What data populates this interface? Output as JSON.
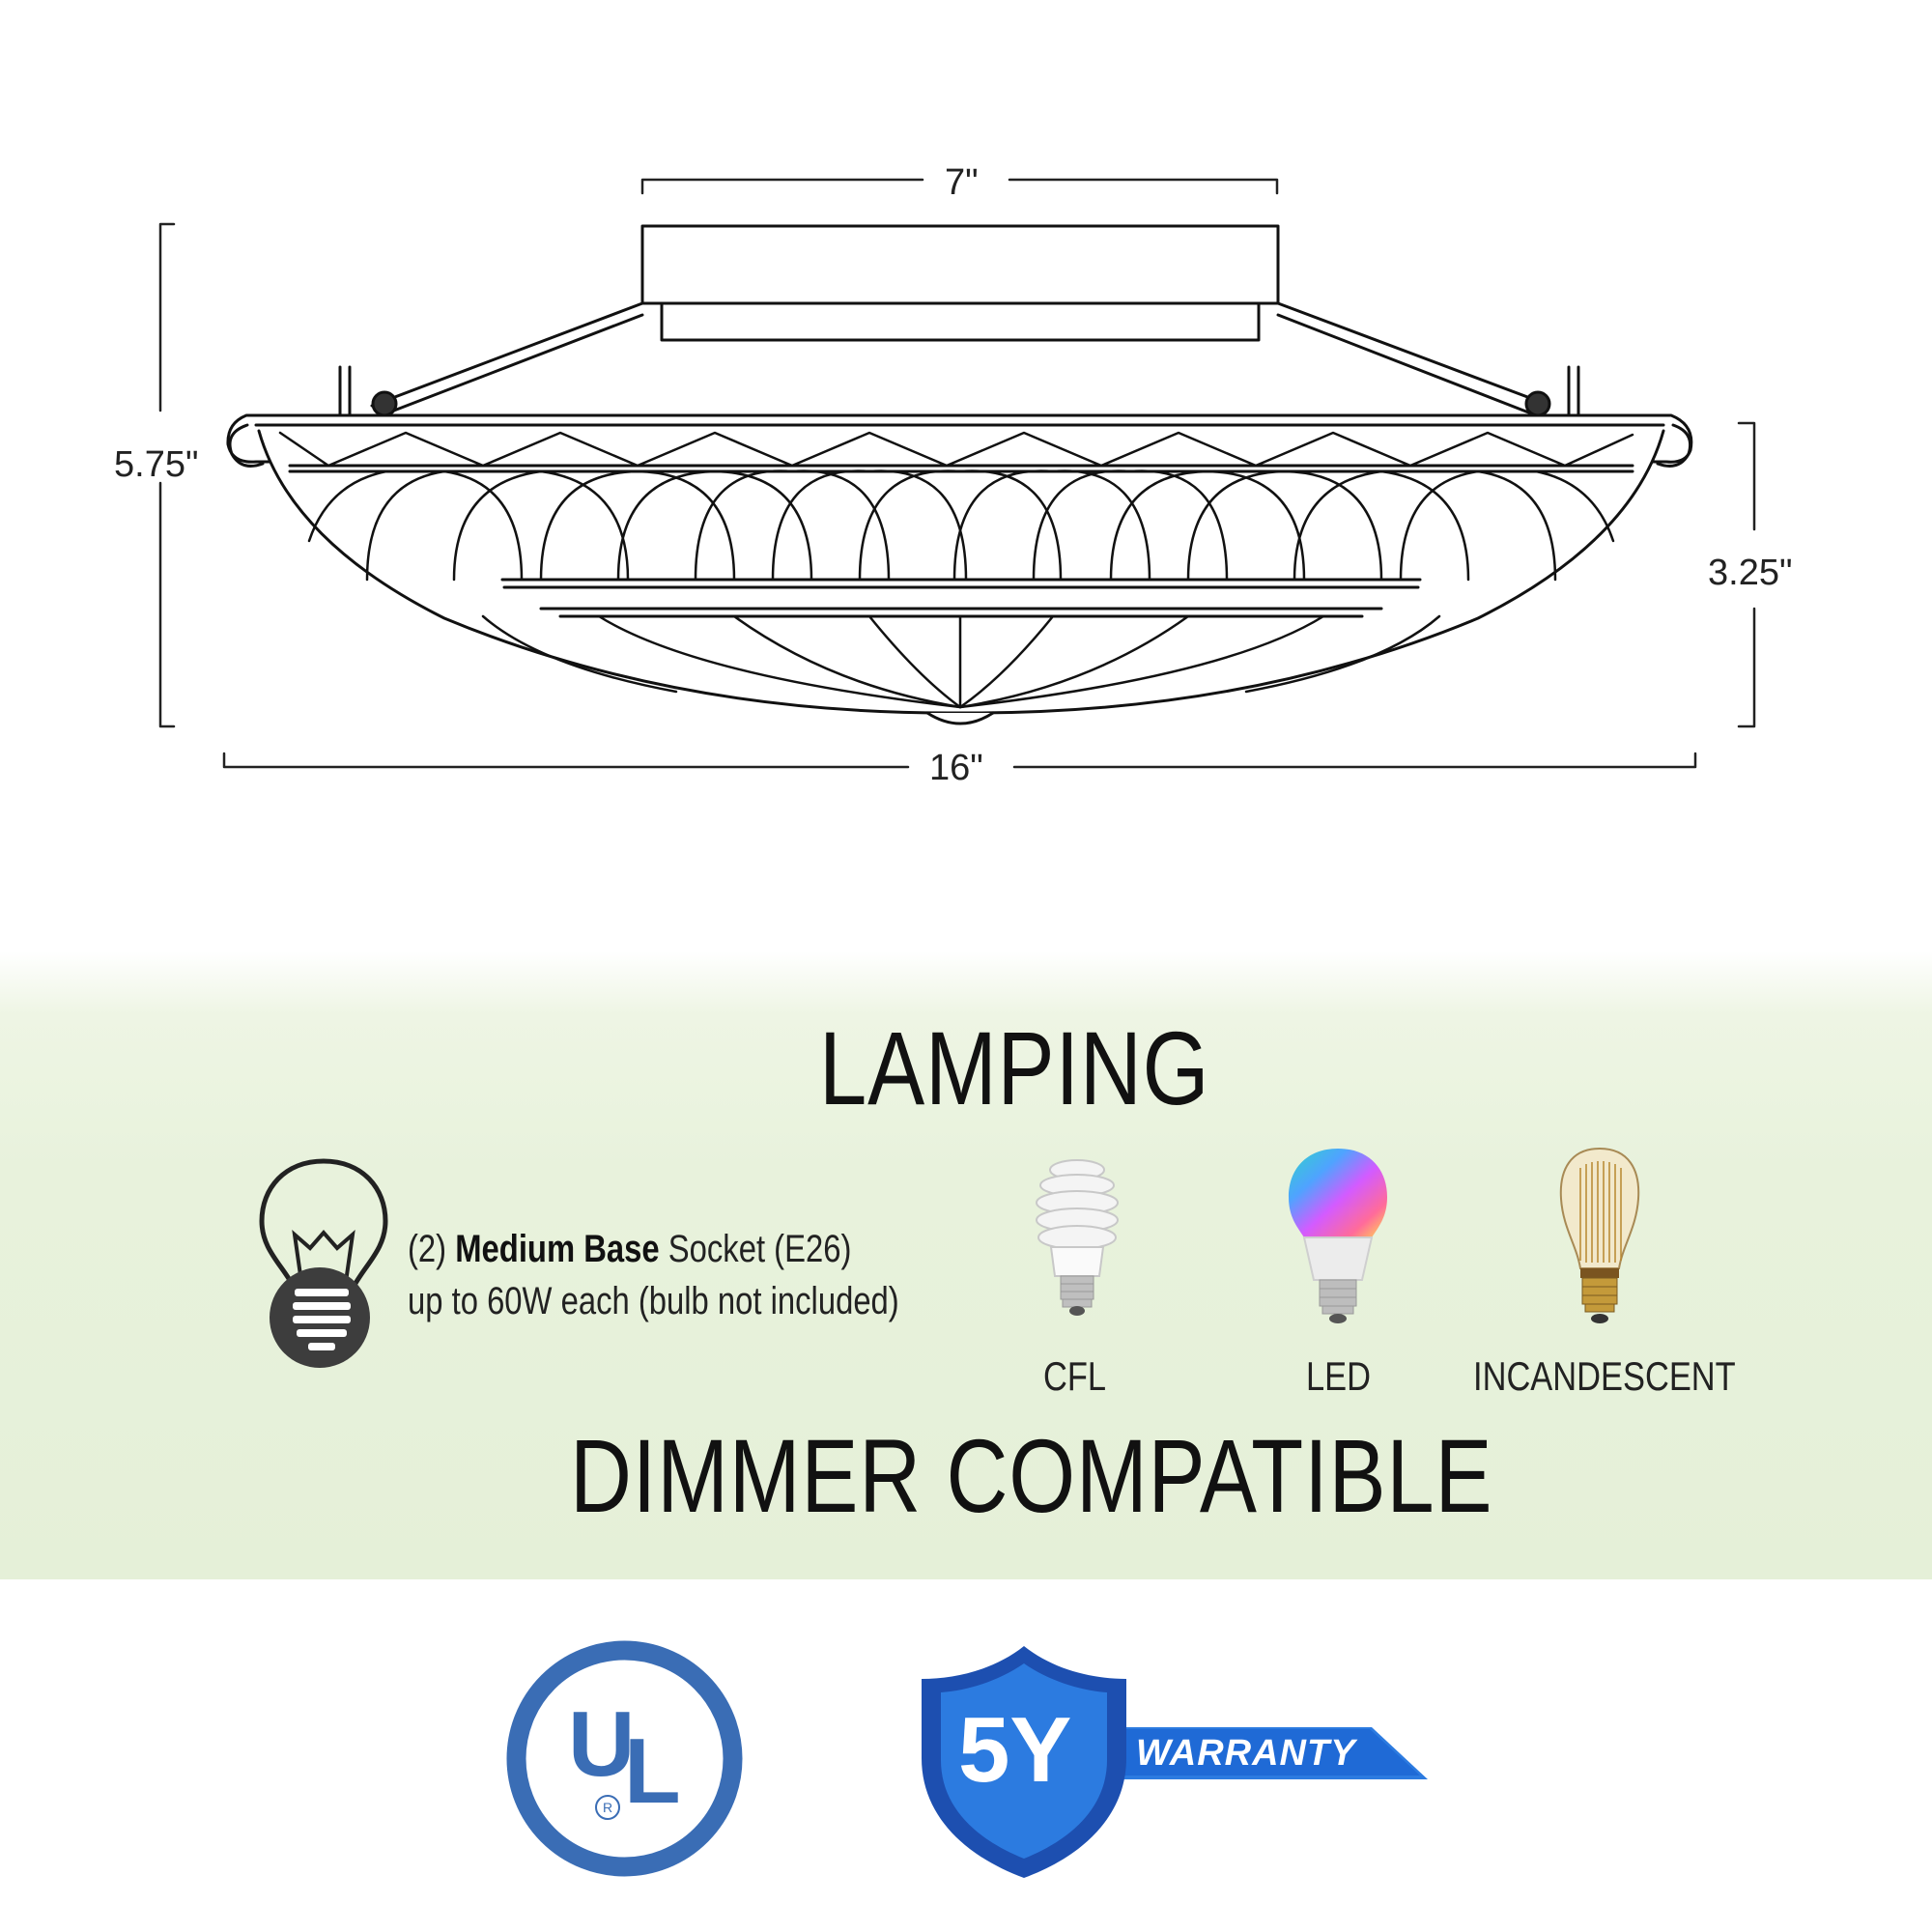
{
  "dimensions": {
    "canopy_width": "7\"",
    "overall_height": "5.75\"",
    "shade_height": "3.25\"",
    "overall_width": "16\""
  },
  "lamping": {
    "heading": "LAMPING",
    "socket_count": "(2)",
    "socket_type_bold": "Medium Base",
    "socket_suffix": "Socket (E26)",
    "wattage_note": "up to 60W each (bulb not included)",
    "bulb_types": [
      "CFL",
      "LED",
      "INCANDESCENT"
    ],
    "dimmer": "DIMMER COMPATIBLE"
  },
  "badges": {
    "ul_letters": "UL",
    "ul_registered": "R",
    "warranty_years": "5Y",
    "warranty_label": "WARRANTY"
  },
  "icons": {
    "lightbulb": "lightbulb-outline-icon",
    "cfl": "cfl-bulb-icon",
    "led": "led-bulb-icon",
    "incandescent": "incandescent-bulb-icon",
    "ul": "ul-certification-icon",
    "warranty": "warranty-shield-icon"
  },
  "colors": {
    "band": "#e6f0d9",
    "ul_blue": "#3a6db5",
    "warranty_blue_dark": "#1d4fb0",
    "warranty_blue_light": "#2c7be0",
    "icon_dark": "#3d3d3d"
  }
}
